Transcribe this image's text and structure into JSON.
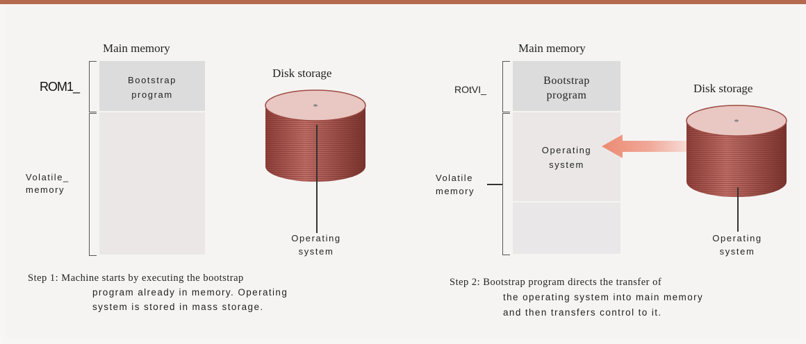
{
  "colors": {
    "accent_bar": "#b5694e",
    "disk": "#b05a52",
    "rom_block": "#dcdcdc",
    "volatile_block": "#ebe7e7",
    "arrow": "#ec8f78"
  },
  "step1": {
    "main_memory_title": "Main memory",
    "rom_label": "ROM1_",
    "rom_text_line1": "Bootstrap",
    "rom_text_line2": "program",
    "volatile_label_line1": "Volatile_",
    "volatile_label_line2": "memory",
    "disk_title": "Disk storage",
    "os_label_line1": "Operating",
    "os_label_line2": "system",
    "caption_line1": "Step 1:  Machine starts by executing the bootstrap",
    "caption_line2": "program already in memory. Operating",
    "caption_line3": "system is stored in mass storage."
  },
  "step2": {
    "main_memory_title": "Main memory",
    "rom_label": "ROtVI_",
    "rom_text_line1": "Bootstrap",
    "rom_text_line2": "program",
    "volatile_label_line1": "Volatile",
    "volatile_label_line2": "memory",
    "os_in_memory_line1": "Operating",
    "os_in_memory_line2": "system",
    "disk_title": "Disk storage",
    "os_label_line1": "Operating",
    "os_label_line2": "system",
    "caption_line1": "Step 2:  Bootstrap program directs the transfer of",
    "caption_line2": "the operating system into main memory",
    "caption_line3": "and then transfers control to it."
  }
}
